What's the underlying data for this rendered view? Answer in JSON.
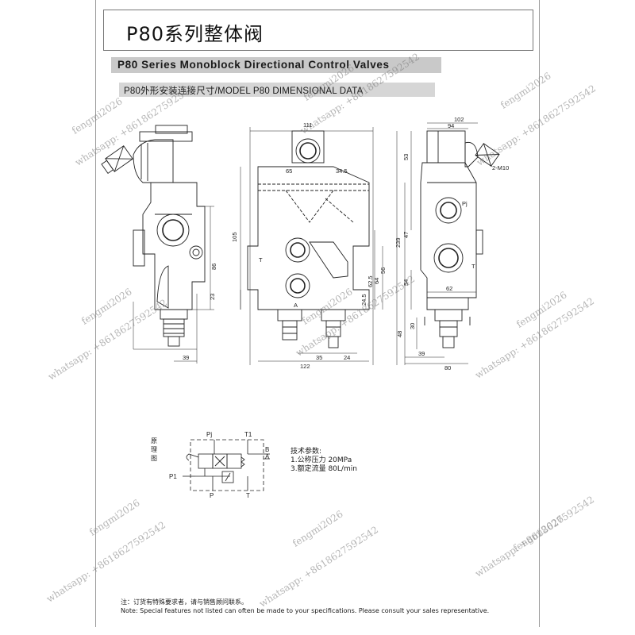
{
  "header": {
    "title_cn": "P80系列整体阀",
    "title_en": "P80 Series Monoblock Directional Control Valves",
    "subtitle": "P80外形安装连接尺寸/MODEL P80 DIMENSIONAL DATA"
  },
  "drawing": {
    "left_view": {
      "dim_86": "86",
      "dim_23": "23",
      "dim_39": "39"
    },
    "front_view": {
      "dim_111": "111",
      "dim_65": "65",
      "dim_34_5": "34.5",
      "dim_105": "105",
      "dim_56": "56",
      "dim_64": "64",
      "dim_62_5": "62.5",
      "dim_24_5": "24.5",
      "dim_122": "122",
      "dim_35": "35",
      "dim_24": "24",
      "port_t": "T",
      "port_a": "A"
    },
    "right_view": {
      "dim_102": "102",
      "dim_94": "94",
      "dim_53": "53",
      "dim_239": "239",
      "dim_47": "47",
      "dim_54": "54",
      "dim_48": "48",
      "dim_30": "30",
      "dim_62": "62",
      "dim_39": "39",
      "dim_80": "80",
      "thread": "2-M10",
      "port_pj": "Pj",
      "port_t": "T"
    }
  },
  "schematic": {
    "side_label": [
      "原",
      "理",
      "图"
    ],
    "pj": "Pj",
    "t1": "T1",
    "b": "B",
    "a": "A",
    "p1": "P1",
    "p": "P",
    "t": "T"
  },
  "specs": {
    "heading": "技术参数:",
    "items": [
      "1.公称压力  20MPa",
      "3.额定流量  80L/min"
    ]
  },
  "footer": {
    "note_cn": "注：订货有特殊要求者，请与销售顾问联系。",
    "note_en": "Note: Special features not listed can often be made to your specifications. Please consult your sales representative."
  },
  "watermarks": {
    "name": "fengmi2026",
    "whatsapp": "whatsapp: +8618627592542"
  }
}
